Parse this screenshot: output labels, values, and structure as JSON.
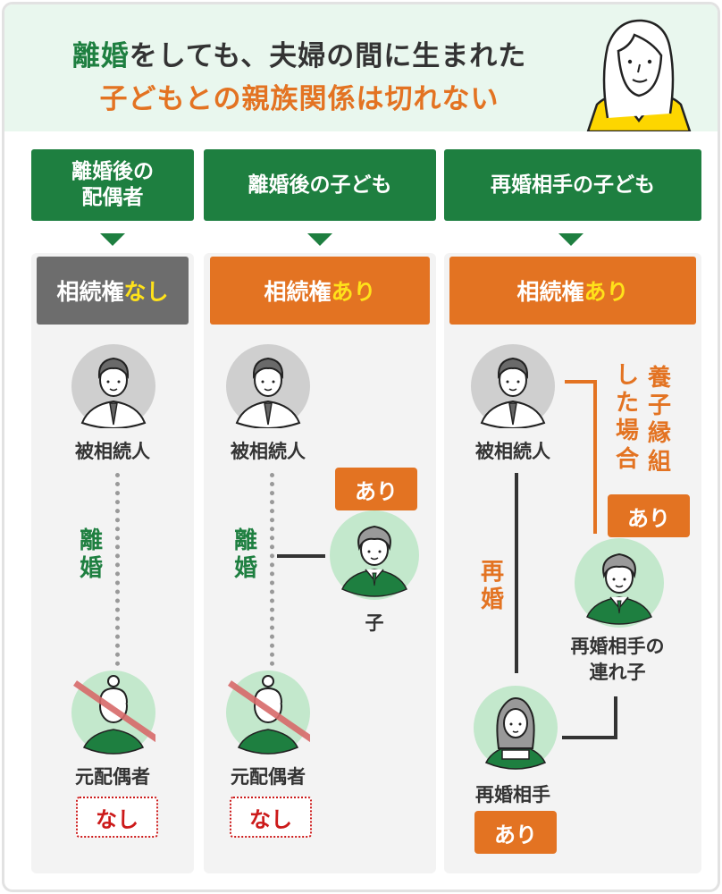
{
  "header": {
    "line1_highlight": "離婚",
    "line1_rest": "をしても、夫婦の間に生まれた",
    "line2": "子どもとの親族関係は切れない"
  },
  "columns": [
    {
      "heading": "離婚後の\n配偶者",
      "badge_prefix": "相続権",
      "badge_value": "なし",
      "badge_color": "#6d6d6d",
      "deceased_label": "被相続人",
      "relation_label": "離婚",
      "spouse_label": "元配偶者",
      "spouse_status": "なし"
    },
    {
      "heading": "離婚後の子ども",
      "badge_prefix": "相続権",
      "badge_value": "あり",
      "badge_color": "#e37322",
      "deceased_label": "被相続人",
      "relation_label": "離婚",
      "child_label": "子",
      "child_status": "あり",
      "spouse_label": "元配偶者",
      "spouse_status": "なし"
    },
    {
      "heading": "再婚相手の子ども",
      "badge_prefix": "相続権",
      "badge_value": "あり",
      "badge_color": "#e37322",
      "deceased_label": "被相続人",
      "relation_label": "再婚",
      "adoption_label_1": "養子縁組",
      "adoption_label_2": "した場合",
      "adoption_status": "あり",
      "stepchild_label_1": "再婚相手の",
      "stepchild_label_2": "連れ子",
      "spouse_label": "再婚相手",
      "spouse_status": "あり"
    }
  ],
  "colors": {
    "green": "#1e7f40",
    "orange": "#e37322",
    "gray": "#6d6d6d",
    "yellow": "#ffe21a",
    "red": "#cc1a1a",
    "header_bg": "#e9f7ee"
  }
}
